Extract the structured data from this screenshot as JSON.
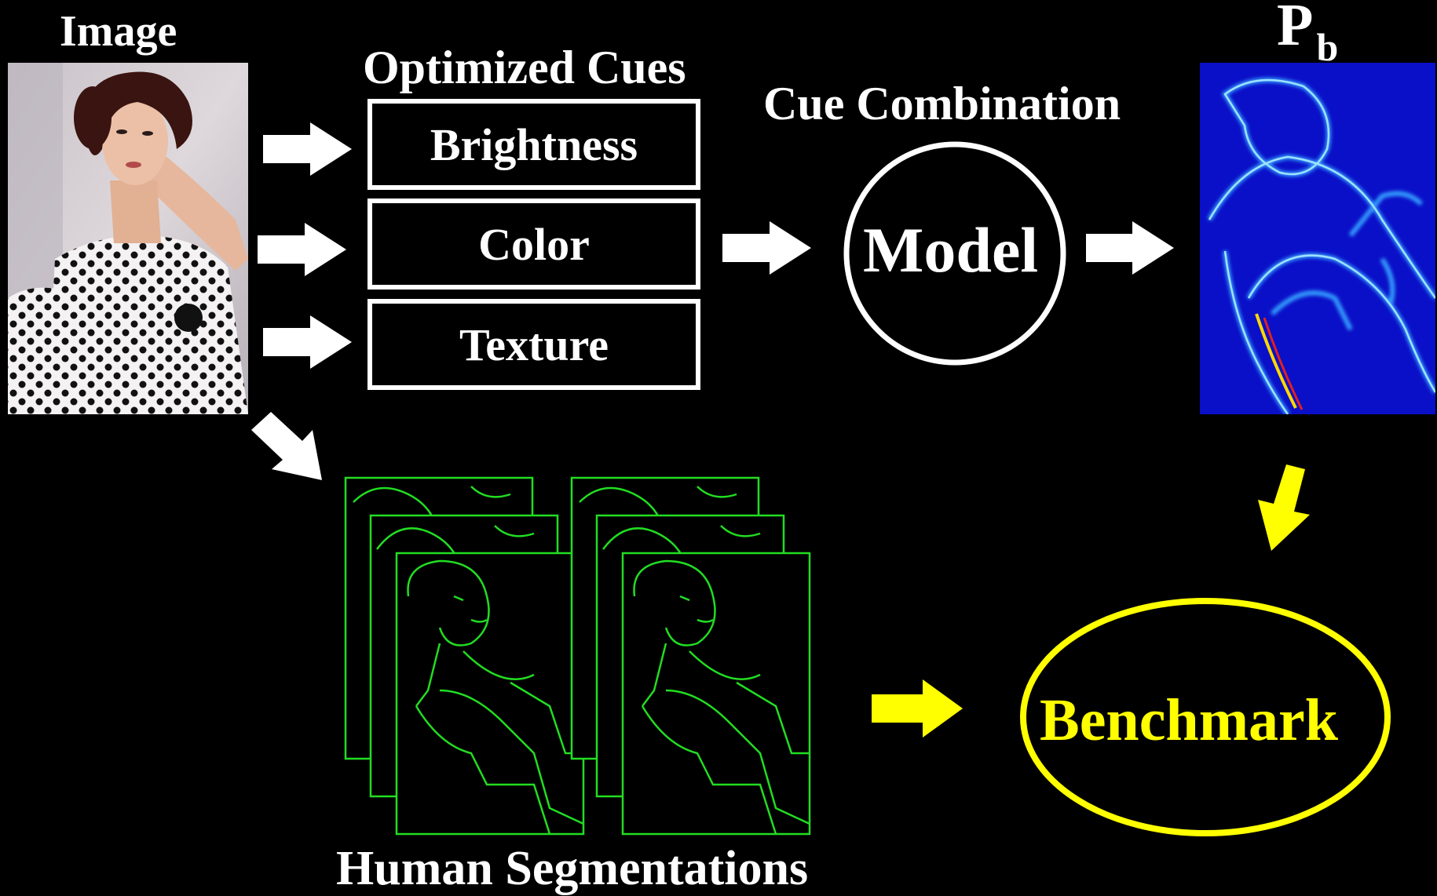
{
  "image_label": "Image",
  "cues": {
    "title": "Optimized Cues",
    "items": [
      "Brightness",
      "Color",
      "Texture"
    ]
  },
  "combination": {
    "title": "Cue Combination",
    "model_label": "Model"
  },
  "pb_label": {
    "main": "P",
    "sub": "b"
  },
  "benchmark_label": "Benchmark",
  "segmentations_label": "Human Segmentations",
  "colors": {
    "background": "#000000",
    "text": "#ffffff",
    "yellow": "#ffff00",
    "green": "#22dd22",
    "pb_background": "#0a10c8"
  }
}
